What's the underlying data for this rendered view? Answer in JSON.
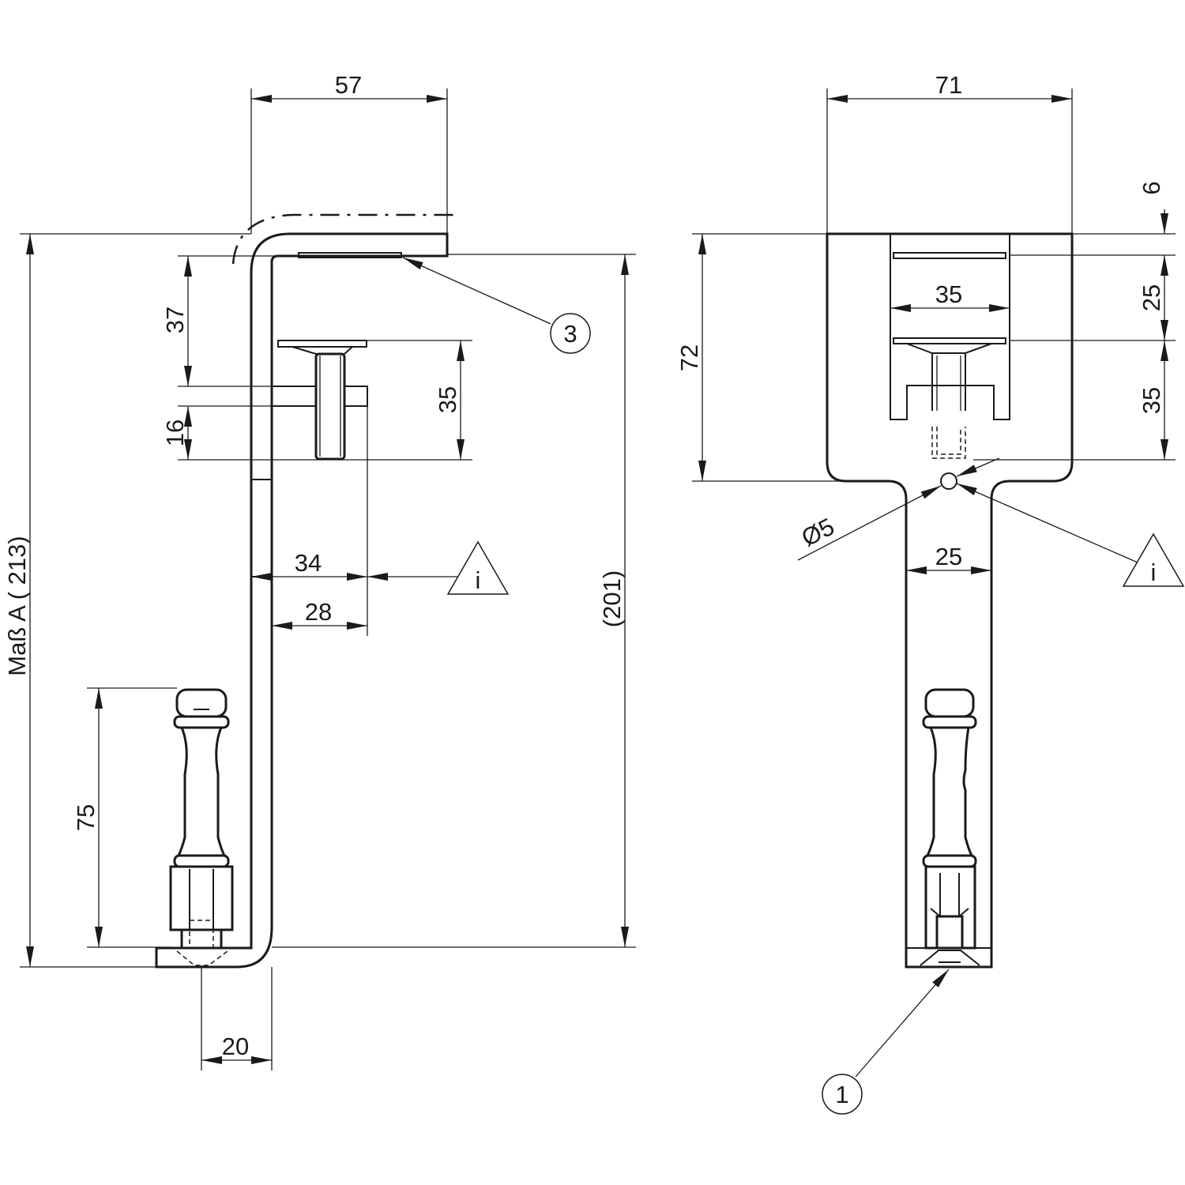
{
  "dimensions": {
    "side": {
      "top_width": "57",
      "overall_height": "Maß A ( 213)",
      "inner_height": "(201)",
      "upper_offset": "37",
      "bolt_spacing": "35",
      "slot_height": "16",
      "depth_outer": "34",
      "depth_inner": "28",
      "screw_length": "75",
      "foot_offset": "20"
    },
    "front": {
      "overall_width": "71",
      "top_offset": "6",
      "rail_spacing": "25",
      "bolt_spacing": "35",
      "slot_width": "35",
      "head_height": "72",
      "hole_diameter": "Ø5",
      "neck_width": "25"
    }
  },
  "callouts": {
    "side_item": "3",
    "front_item": "1",
    "info_side": "i",
    "info_front": "i"
  }
}
